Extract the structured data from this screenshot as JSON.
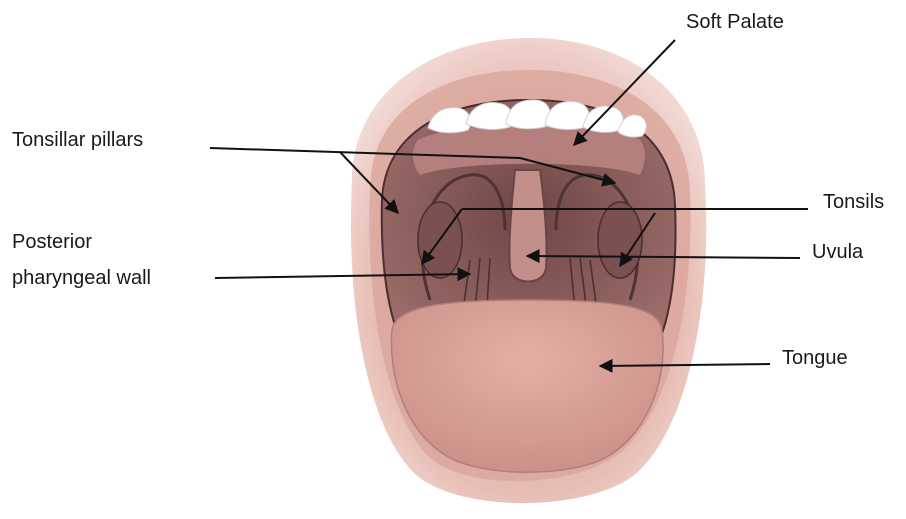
{
  "labels": {
    "soft_palate": "Soft Palate",
    "tonsillar_pillars": "Tonsillar pillars",
    "tonsils": "Tonsils",
    "posterior_line1": "Posterior",
    "posterior_line2": "pharyngeal wall",
    "uvula": "Uvula",
    "tongue": "Tongue"
  },
  "colors": {
    "lip": "#e4b6ad",
    "lip_shadow": "#d29d94",
    "throat": "#8a5f5e",
    "throat_dark": "#5e3b3d",
    "palate": "#b98783",
    "tongue": "#d9a49a",
    "teeth": "#ffffff",
    "arrow": "#111111"
  }
}
